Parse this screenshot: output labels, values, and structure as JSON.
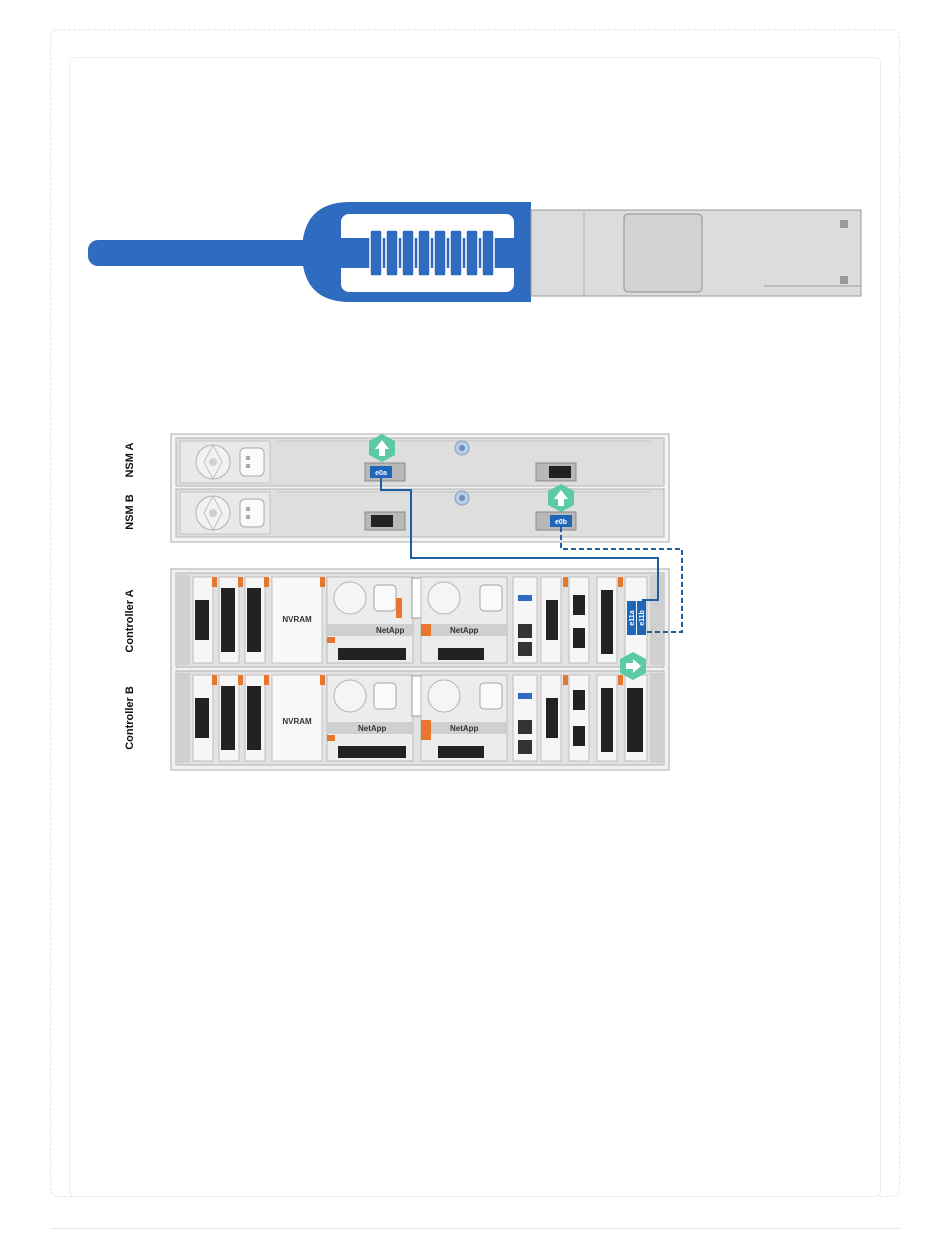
{
  "labels": {
    "nsm_a": "NSM A",
    "nsm_b": "NSM B",
    "controller_a": "Controller A",
    "controller_b": "Controller B"
  },
  "ports": {
    "nsm_a_port": "e0a",
    "nsm_b_port": "e0b",
    "ctrl_port_1": "e11a",
    "ctrl_port_2": "e11b"
  },
  "modules": {
    "nvram": "NVRAM",
    "brand": "NetApp"
  },
  "colors": {
    "cable_blue": "#2f6bbf",
    "cable_line": "#1d5fa3",
    "port_highlight": "#1f66b8",
    "callout_green": "#5cc9a7",
    "latch_orange": "#e8772e",
    "chassis_gray": "#d9d9d9"
  },
  "icons": [
    "cable-connector-icon",
    "arrow-up-callout-icon",
    "arrow-right-callout-icon",
    "fan-icon",
    "power-socket-icon",
    "netapp-logo-icon",
    "usb-port-icon",
    "rj45-port-icon"
  ]
}
